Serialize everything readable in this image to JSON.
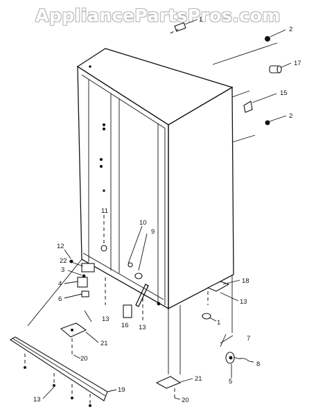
{
  "watermark": "AppliancePartsPros.com",
  "callouts": [
    "1",
    "2",
    "17",
    "15",
    "2",
    "10",
    "9",
    "11",
    "12",
    "22",
    "3",
    "4",
    "6",
    "13",
    "18",
    "13",
    "16",
    "13",
    "1",
    "7",
    "21",
    "20",
    "8",
    "5",
    "21",
    "19",
    "13",
    "20"
  ],
  "colors": {
    "line": "#111111",
    "background": "#ffffff",
    "watermark_outline": "#b8b8b8"
  }
}
